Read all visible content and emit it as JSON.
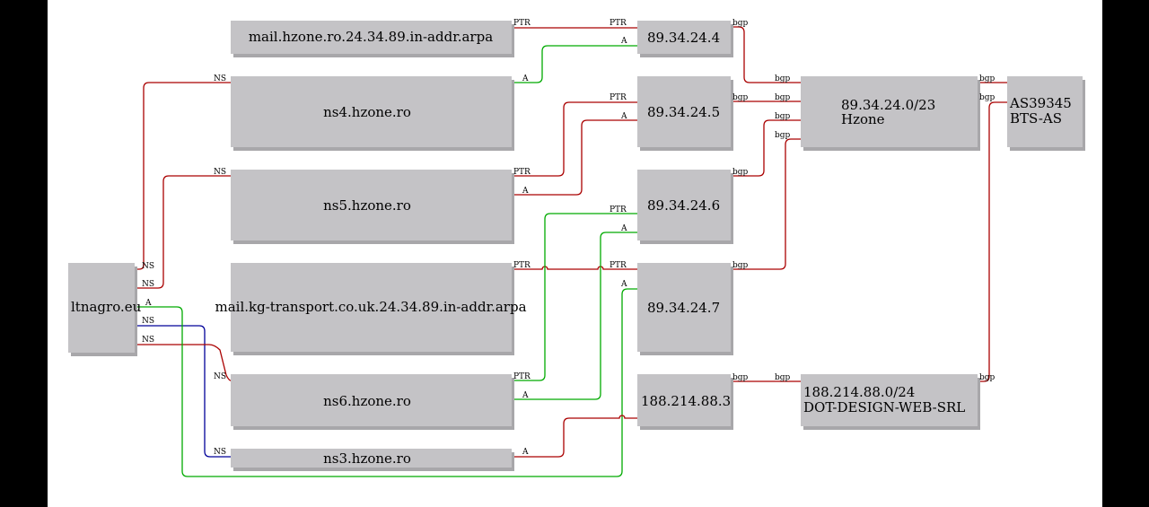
{
  "colors": {
    "ns": "#aa0000",
    "a": "#00aa00",
    "ptr": "#aa0000",
    "bgp": "#aa0000",
    "ns_blue": "#000099"
  },
  "nodes": {
    "ltnagro": "ltnagro.eu",
    "mail_hzone": "mail.hzone.ro.24.34.89.in-addr.arpa",
    "ns4": "ns4.hzone.ro",
    "ns5": "ns5.hzone.ro",
    "mail_kg": "mail.kg-transport.co.uk.24.34.89.in-addr.arpa",
    "ns6": "ns6.hzone.ro",
    "ns3": "ns3.hzone.ro",
    "ip4": "89.34.24.4",
    "ip5": "89.34.24.5",
    "ip6": "89.34.24.6",
    "ip7": "89.34.24.7",
    "ip188": "188.214.88.3",
    "net_hzone_line1": "89.34.24.0/23",
    "net_hzone_line2": "Hzone",
    "net_dot_line1": "188.214.88.0/24",
    "net_dot_line2": "DOT-DESIGN-WEB-SRL",
    "as_line1": "AS39345",
    "as_line2": "BTS-AS"
  },
  "labels": {
    "ns": "NS",
    "a": "A",
    "ptr": "PTR",
    "bgp": "bgp"
  }
}
